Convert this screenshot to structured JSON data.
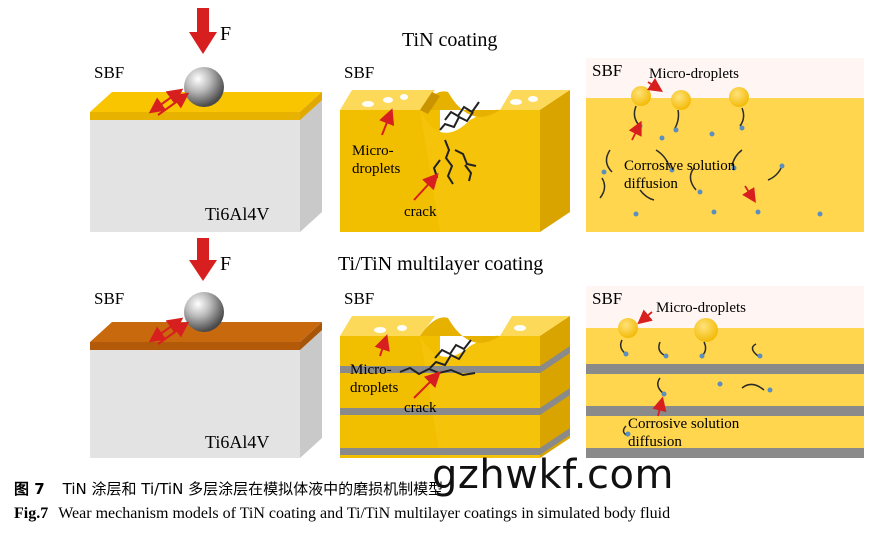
{
  "row1": {
    "title": "TiN coating",
    "force_label": "F",
    "sbf_left": "SBF",
    "sbf_mid": "SBF",
    "sbf_right": "SBF",
    "substrate_label": "Ti6Al4V",
    "micro_label": "Micro-\ndroplets",
    "crack_label": "crack",
    "micro_droplets_label": "Micro-droplets",
    "diffusion_label": "Corrosive solution\ndiffusion"
  },
  "row2": {
    "title": "Ti/TiN multilayer coating",
    "force_label": "F",
    "sbf_left": "SBF",
    "sbf_mid": "SBF",
    "sbf_right": "SBF",
    "substrate_label": "Ti6Al4V",
    "micro_label": "Micro-\ndroplets",
    "crack_label": "crack",
    "micro_droplets_label": "Micro-droplets",
    "diffusion_label": "Corrosive solution\ndiffusion"
  },
  "caption": {
    "cn_number": "图 7",
    "cn_text": "TiN 涂层和 Ti/TiN 多层涂层在模拟体液中的磨损机制模型",
    "en_number": "Fig.7",
    "en_text": "Wear mechanism models of TiN coating and Ti/TiN multilayer coatings in simulated body fluid"
  },
  "watermark": "gzhwkf.com",
  "colors": {
    "coating_yellow": "#F9C400",
    "coating_top": "#FDD95A",
    "ti_orange": "#C9690E",
    "substrate_front": "#E3E3E3",
    "substrate_side": "#C9C9C9",
    "ti_layer_gray": "#8A8A8A",
    "force_red": "#D81F1F"
  }
}
